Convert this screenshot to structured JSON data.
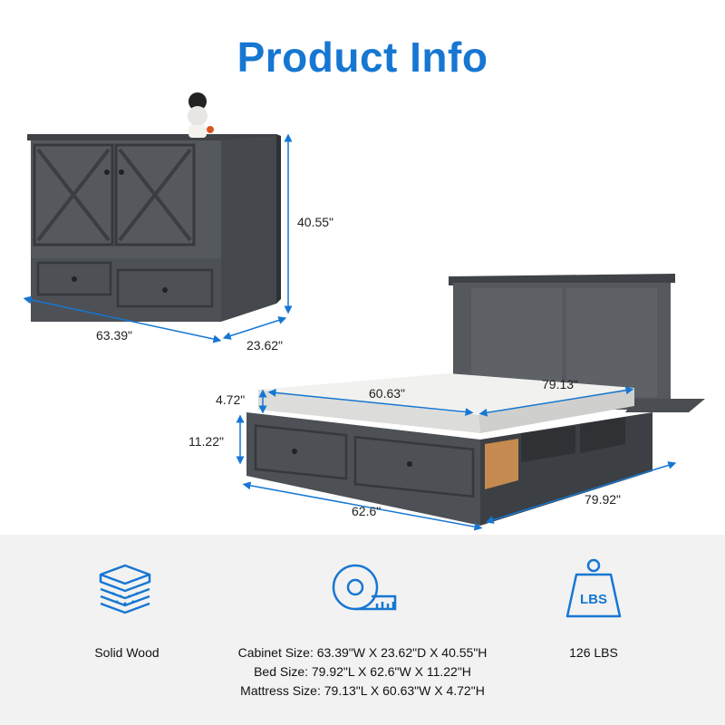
{
  "title": "Product Info",
  "dimensions": {
    "cabinet_height": "40.55\"",
    "cabinet_width": "63.39\"",
    "cabinet_depth": "23.62\"",
    "mattress_length": "79.13\"",
    "mattress_width": "60.63\"",
    "mattress_thickness": "4.72\"",
    "bed_height": "11.22\"",
    "bed_width": "62.6\"",
    "bed_length": "79.92\""
  },
  "features": [
    {
      "icon": "wood-layers-icon",
      "label": "Solid Wood"
    },
    {
      "icon": "measuring-tape-icon",
      "lines": [
        "Cabinet Size: 63.39\"W X 23.62\"D X 40.55\"H",
        "Bed Size: 79.92\"L X 62.6\"W X 11.22\"H",
        "Mattress Size: 79.13\"L X 60.63\"W X 4.72\"H"
      ]
    },
    {
      "icon": "weight-lbs-icon",
      "label": "126 LBS",
      "icon_text": "LBS"
    }
  ],
  "colors": {
    "accent": "#1677d2",
    "furniture": "#4a4d52",
    "panel_bg": "#f2f2f2"
  }
}
